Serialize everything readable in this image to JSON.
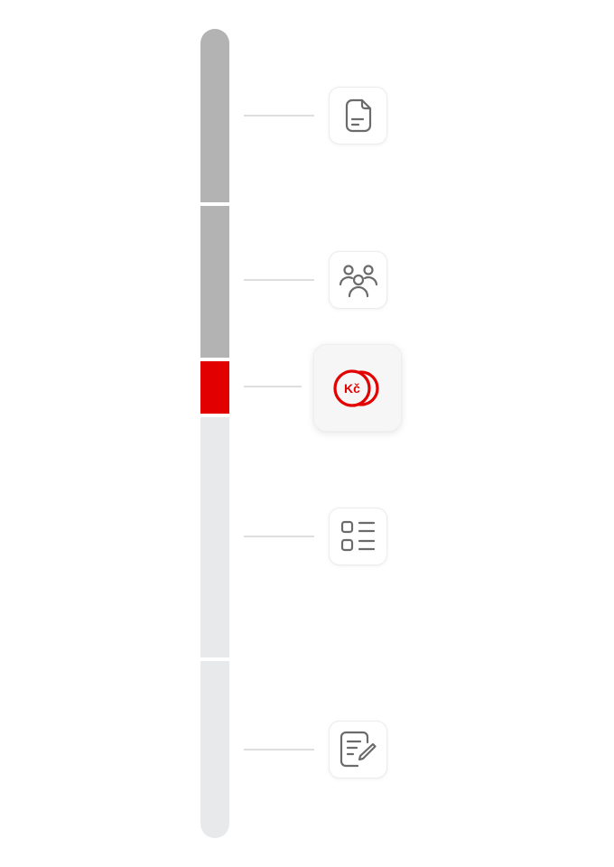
{
  "colors": {
    "completed": "#b3b3b3",
    "current": "#e20000",
    "upcoming": "#e8e9eb",
    "icon_default": "#6b6b6b",
    "icon_active": "#e20000",
    "connector": "#dedede"
  },
  "progress": {
    "total_steps": 5,
    "current_step": 3,
    "segments": [
      {
        "state": "completed"
      },
      {
        "state": "completed"
      },
      {
        "state": "current"
      },
      {
        "state": "upcoming"
      },
      {
        "state": "upcoming"
      }
    ]
  },
  "steps": [
    {
      "icon": "document-icon",
      "state": "completed"
    },
    {
      "icon": "people-icon",
      "state": "completed"
    },
    {
      "icon": "czk-coin-icon",
      "state": "current",
      "label": "Kč"
    },
    {
      "icon": "list-icon",
      "state": "upcoming"
    },
    {
      "icon": "edit-note-icon",
      "state": "upcoming"
    }
  ]
}
